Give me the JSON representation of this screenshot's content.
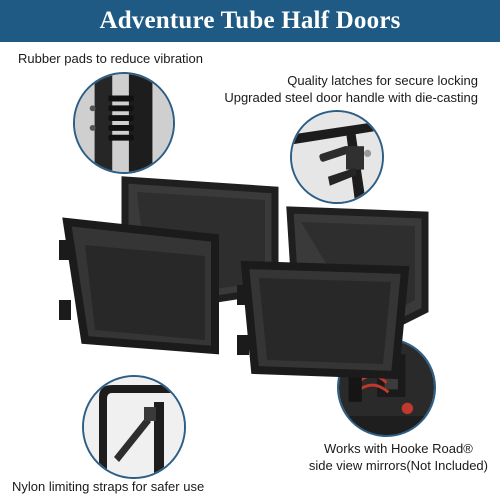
{
  "title": "Adventure Tube Half Doors",
  "captions": {
    "rubber": "Rubber pads to reduce vibration",
    "latch_line1": "Quality latches for secure locking",
    "latch_line2": "Upgraded steel door handle with die-casting",
    "mirror_line1": "Works with Hooke Road®",
    "mirror_line2": "side view mirrors(Not Included)",
    "nylon": "Nylon limiting straps for safer use"
  },
  "colors": {
    "banner": "#1e5a84",
    "circle_border": "#2c5e86",
    "frame": "#1f1f1f",
    "mesh": "#3a3a3a"
  }
}
